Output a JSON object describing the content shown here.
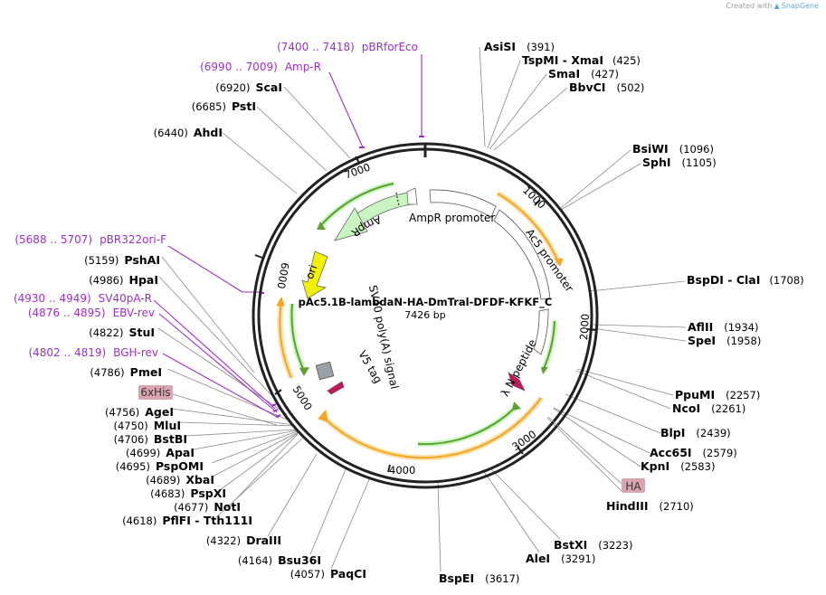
{
  "credit": {
    "prefix": "Created with",
    "brand": "SnapGene"
  },
  "plasmid": {
    "name": "pAc5.1B-lambdaN-HA-DmTral-DFDF-KFKF_C",
    "size_text": "7426 bp",
    "length": 7426
  },
  "ticks": [
    "1000",
    "2000",
    "3000",
    "4000",
    "5000",
    "6000",
    "7000"
  ],
  "sites": [
    {
      "name": "AsiSI",
      "pos": "(391)"
    },
    {
      "name": "TspMI - XmaI",
      "pos": "(425)"
    },
    {
      "name": "SmaI",
      "pos": "(427)"
    },
    {
      "name": "BbvCI",
      "pos": "(502)"
    },
    {
      "name": "BsiWI",
      "pos": "(1096)"
    },
    {
      "name": "SphI",
      "pos": "(1105)"
    },
    {
      "name": "BspDI - ClaI",
      "pos": "(1708)"
    },
    {
      "name": "AflII",
      "pos": "(1934)"
    },
    {
      "name": "SpeI",
      "pos": "(1958)"
    },
    {
      "name": "PpuMI",
      "pos": "(2257)"
    },
    {
      "name": "NcoI",
      "pos": "(2261)"
    },
    {
      "name": "BlpI",
      "pos": "(2439)"
    },
    {
      "name": "Acc65I",
      "pos": "(2579)"
    },
    {
      "name": "KpnI",
      "pos": "(2583)"
    },
    {
      "name": "HindIII",
      "pos": "(2710)"
    },
    {
      "name": "BstXI",
      "pos": "(3223)"
    },
    {
      "name": "AleI",
      "pos": "(3291)"
    },
    {
      "name": "BspEI",
      "pos": "(3617)"
    },
    {
      "name": "PaqCI",
      "pos": "(4057)"
    },
    {
      "name": "Bsu36I",
      "pos": "(4164)"
    },
    {
      "name": "DraIII",
      "pos": "(4322)"
    },
    {
      "name": "PflFI - Tth111I",
      "pos": "(4618)"
    },
    {
      "name": "NotI",
      "pos": "(4677)"
    },
    {
      "name": "PspXI",
      "pos": "(4683)"
    },
    {
      "name": "XbaI",
      "pos": "(4689)"
    },
    {
      "name": "PspOMI",
      "pos": "(4695)"
    },
    {
      "name": "ApaI",
      "pos": "(4699)"
    },
    {
      "name": "BstBI",
      "pos": "(4706)"
    },
    {
      "name": "MluI",
      "pos": "(4750)"
    },
    {
      "name": "AgeI",
      "pos": "(4756)"
    },
    {
      "name": "PmeI",
      "pos": "(4786)"
    },
    {
      "name": "StuI",
      "pos": "(4822)"
    },
    {
      "name": "HpaI",
      "pos": "(4986)"
    },
    {
      "name": "PshAI",
      "pos": "(5159)"
    },
    {
      "name": "AhdI",
      "pos": "(6440)"
    },
    {
      "name": "PstI",
      "pos": "(6685)"
    },
    {
      "name": "ScaI",
      "pos": "(6920)"
    }
  ],
  "primers": [
    {
      "range": "(7400 .. 7418)",
      "name": "pBRforEco"
    },
    {
      "range": "(6990 .. 7009)",
      "name": "Amp-R"
    },
    {
      "range": "(5688 .. 5707)",
      "name": "pBR322ori-F"
    },
    {
      "range": "(4930 .. 4949)",
      "name": "SV40pA-R"
    },
    {
      "range": "(4876 .. 4895)",
      "name": "EBV-rev"
    },
    {
      "range": "(4802 .. 4819)",
      "name": "BGH-rev"
    }
  ],
  "tags": {
    "his": "6xHis",
    "ha": "HA"
  },
  "features": {
    "ampr": "AmpR",
    "ampr_promoter": "AmpR promoter",
    "ac5_promoter": "Ac5 promoter",
    "ori": "ori",
    "sv40": "SV40 poly(A) signal",
    "v5": "V5 tag",
    "lambda_n": "λ N peptide"
  },
  "colors": {
    "backbone": "#222222",
    "green_arrow": "#5ea02f",
    "green_fill": "#c8f5c0",
    "orange": "#f5a623",
    "orange_glow": "#fbe0a8",
    "ori_fill": "#f2f200",
    "primer": "#9b30c8",
    "tag_fill": "#d9a6b0",
    "grey_box": "#9aa0a8",
    "magenta": "#c2185b",
    "leader": "#888888"
  }
}
